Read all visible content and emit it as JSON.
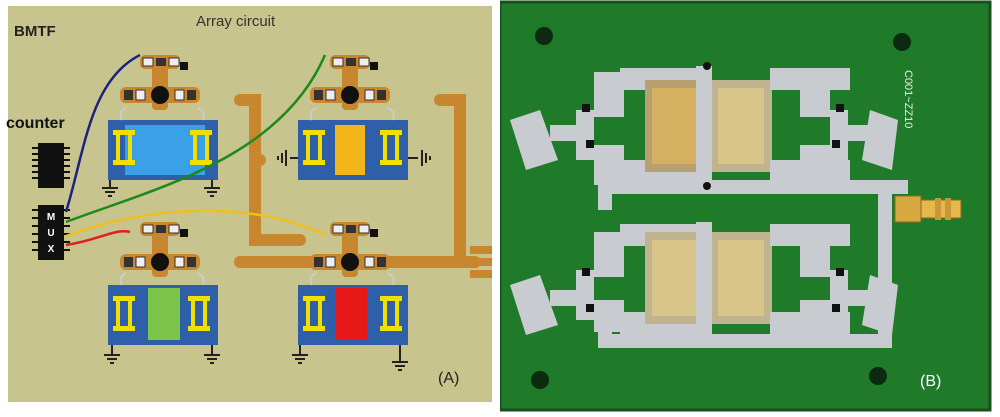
{
  "panel_a": {
    "title": "BMTF",
    "subtitle": "Array circuit",
    "side_label": "counter",
    "mux_letters": [
      "M",
      "U",
      "X"
    ],
    "panel_label": "(A)",
    "colors": {
      "background": "#c8c48e",
      "trace": "#c8862e",
      "substrate": "#2e5fa8",
      "cell_top_left": "#3aa0e8",
      "cell_top_right": "#f2b51a",
      "cell_bottom_left": "#7cc54c",
      "cell_bottom_right": "#e81818",
      "electrode": "#f0e000",
      "wire_blue": "#1a237e",
      "wire_green": "#1b8a1b",
      "wire_yellow": "#f0c020",
      "wire_red": "#e02020"
    }
  },
  "panel_b": {
    "panel_label": "(B)",
    "board_text": "C001~ZZ10",
    "colors": {
      "board": "#1f7a2a",
      "metal": "#c8ccd0",
      "gold": "#d4b060"
    }
  }
}
